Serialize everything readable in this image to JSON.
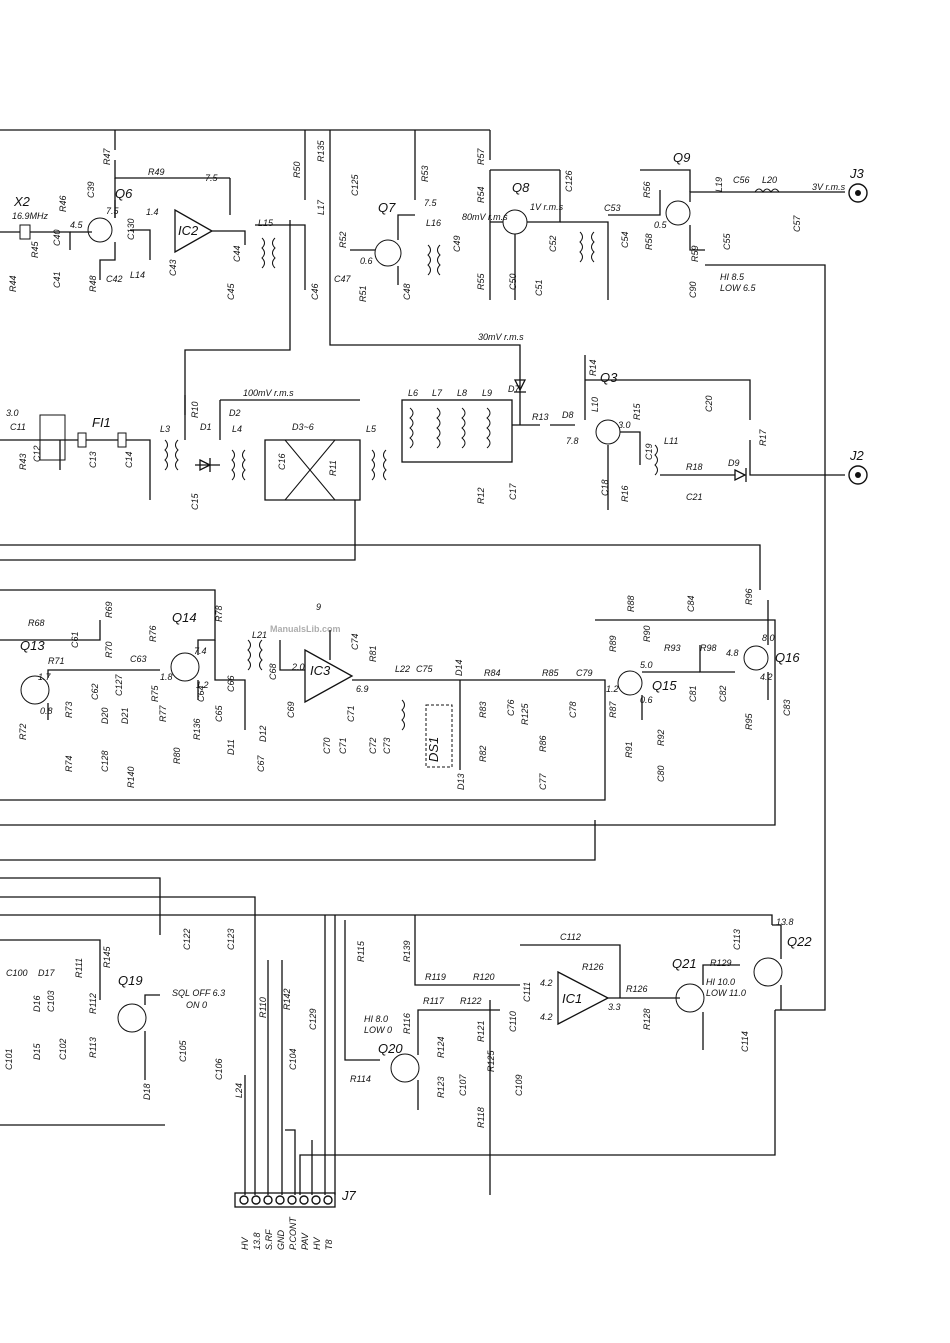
{
  "watermark": "ManualsLib.com",
  "connectors": {
    "j3": "J3",
    "j2": "J2",
    "j7": "J7",
    "j3_level": "3V r.m.s",
    "j7_pins": [
      "HV",
      "13.8",
      "S.RF",
      "GND",
      "P.CONT",
      "PAV",
      "HV",
      "T8"
    ]
  },
  "ics": {
    "ic1": "IC1",
    "ic2": "IC2",
    "ic3": "IC3"
  },
  "transistors": {
    "q3": "Q3",
    "q6": "Q6",
    "q7": "Q7",
    "q8": "Q8",
    "q9": "Q9",
    "q13": "Q13",
    "q14": "Q14",
    "q15": "Q15",
    "q16": "Q16",
    "q19": "Q19",
    "q20": "Q20",
    "q21": "Q21",
    "q22": "Q22"
  },
  "crystal": {
    "label": "X2",
    "freq": "16.9MHz"
  },
  "filter": "FI1",
  "display": "DS1",
  "diode_bridge": "D3~6",
  "resistors": {
    "r10": "R10",
    "r11": "R11",
    "r12": "R12",
    "r13": "R13",
    "r14": "R14",
    "r15": "R15",
    "r16": "R16",
    "r17": "R17",
    "r18": "R18",
    "r43": "R43",
    "r44": "R44",
    "r45": "R45",
    "r46": "R46",
    "r47": "R47",
    "r48": "R48",
    "r49": "R49",
    "r50": "R50",
    "r51": "R51",
    "r52": "R52",
    "r53": "R53",
    "r54": "R54",
    "r55": "R55",
    "r56": "R56",
    "r57": "R57",
    "r58": "R58",
    "r59": "R59",
    "r68": "R68",
    "r69": "R69",
    "r70": "R70",
    "r71": "R71",
    "r72": "R72",
    "r73": "R73",
    "r74": "R74",
    "r75": "R75",
    "r76": "R76",
    "r77": "R77",
    "r78": "R78",
    "r80": "R80",
    "r81": "R81",
    "r82": "R82",
    "r83": "R83",
    "r84": "R84",
    "r85": "R85",
    "r86": "R86",
    "r87": "R87",
    "r88": "R88",
    "r89": "R89",
    "r90": "R90",
    "r91": "R91",
    "r92": "R92",
    "r93": "R93",
    "r95": "R95",
    "r96": "R96",
    "r98": "R98",
    "r110": "R110",
    "r111": "R111",
    "r112": "R112",
    "r113": "R113",
    "r114": "R114",
    "r115": "R115",
    "r116": "R116",
    "r117": "R117",
    "r118": "R118",
    "r119": "R119",
    "r120": "R120",
    "r121": "R121",
    "r122": "R122",
    "r123": "R123",
    "r124": "R124",
    "r125": "R125",
    "r126": "R126",
    "r126b": "R126",
    "r128": "R128",
    "r129": "R129",
    "r135": "R135",
    "r136": "R136",
    "r139": "R139",
    "r140": "R140",
    "r142": "R142",
    "r145": "R145"
  },
  "capacitors": {
    "c11": "C11",
    "c12": "C12",
    "c13": "C13",
    "c14": "C14",
    "c15": "C15",
    "c16": "C16",
    "c17": "C17",
    "c18": "C18",
    "c19": "C19",
    "c20": "C20",
    "c21": "C21",
    "c39": "C39",
    "c40": "C40",
    "c41": "C41",
    "c42": "C42",
    "c43": "C43",
    "c44": "C44",
    "c45": "C45",
    "c46": "C46",
    "c47": "C47",
    "c48": "C48",
    "c49": "C49",
    "c50": "C50",
    "c51": "C51",
    "c52": "C52",
    "c53": "C53",
    "c54": "C54",
    "c55": "C55",
    "c56": "C56",
    "c57": "C57",
    "c61": "C61",
    "c62": "C62",
    "c63": "C63",
    "c64": "C64",
    "c65": "C65",
    "c66": "C66",
    "c67": "C67",
    "c68": "C68",
    "c69": "C69",
    "c70": "C70",
    "c71": "C71",
    "c71b": "C71",
    "c72": "C72",
    "c73": "C73",
    "c74": "C74",
    "c75": "C75",
    "c76": "C76",
    "c77": "C77",
    "c78": "C78",
    "c79": "C79",
    "c80": "C80",
    "c81": "C81",
    "c82": "C82",
    "c83": "C83",
    "c84": "C84",
    "c90": "C90",
    "c100": "C100",
    "c101": "C101",
    "c102": "C102",
    "c103": "C103",
    "c104": "C104",
    "c105": "C105",
    "c106": "C106",
    "c107": "C107",
    "c109": "C109",
    "c110": "C110",
    "c111": "C111",
    "c112": "C112",
    "c113": "C113",
    "c114": "C114",
    "c122": "C122",
    "c123": "C123",
    "c125": "C125",
    "c126": "C126",
    "c127": "C127",
    "c128": "C128",
    "c129": "C129",
    "c130": "C130"
  },
  "inductors": {
    "l3": "L3",
    "l4": "L4",
    "l5": "L5",
    "l6": "L6",
    "l7": "L7",
    "l8": "L8",
    "l9": "L9",
    "l10": "L10",
    "l11": "L11",
    "l14": "L14",
    "l15": "L15",
    "l16": "L16",
    "l17": "L17",
    "l19": "L19",
    "l20": "L20",
    "l21": "L21",
    "l22": "L22",
    "l24": "L24"
  },
  "diodes": {
    "d1": "D1",
    "d2": "D2",
    "d7": "D7",
    "d8": "D8",
    "d9": "D9",
    "d11": "D11",
    "d12": "D12",
    "d13": "D13",
    "d14": "D14",
    "d15": "D15",
    "d16": "D16",
    "d17": "D17",
    "d18": "D18",
    "d20": "D20",
    "d21": "D21"
  },
  "levels": {
    "v_100mv": "100mV r.m.s",
    "v_30mv": "30mV r.m.s",
    "v_80mv": "80mV r.m.s",
    "v_1v": "1V r.m.s",
    "hi_q9": "HI 8.5",
    "low_q9": "LOW 6.5",
    "hi_q20": "HI 8.0",
    "low_q20": "LOW 0",
    "hi_q21": "HI 10.0",
    "low_q21": "LOW 11.0",
    "sql_off": "SQL OFF 6.3",
    "sql_on": "ON 0"
  },
  "voltages": {
    "v75a": "7.5",
    "v75b": "7.5",
    "v75c": "7.5",
    "v45": "4.5",
    "v14": "1.4",
    "v06": "0.6",
    "v3a": "3.0",
    "v3b": "3.0",
    "v05": "0.5",
    "v78": "7.8",
    "v17": "1.7",
    "v08": "0.8",
    "v74": "7.4",
    "v18": "1.8",
    "v12a": "1.2",
    "v20": "2.0",
    "v69": "6.9",
    "v50": "5.0",
    "v12b": "1.2",
    "v06b": "0.6",
    "v80": "8.0",
    "v48": "4.8",
    "v42": "4.2",
    "v42b": "4.2",
    "v42c": "4.2",
    "v33": "3.3",
    "v138": "13.8",
    "v9": "9"
  }
}
